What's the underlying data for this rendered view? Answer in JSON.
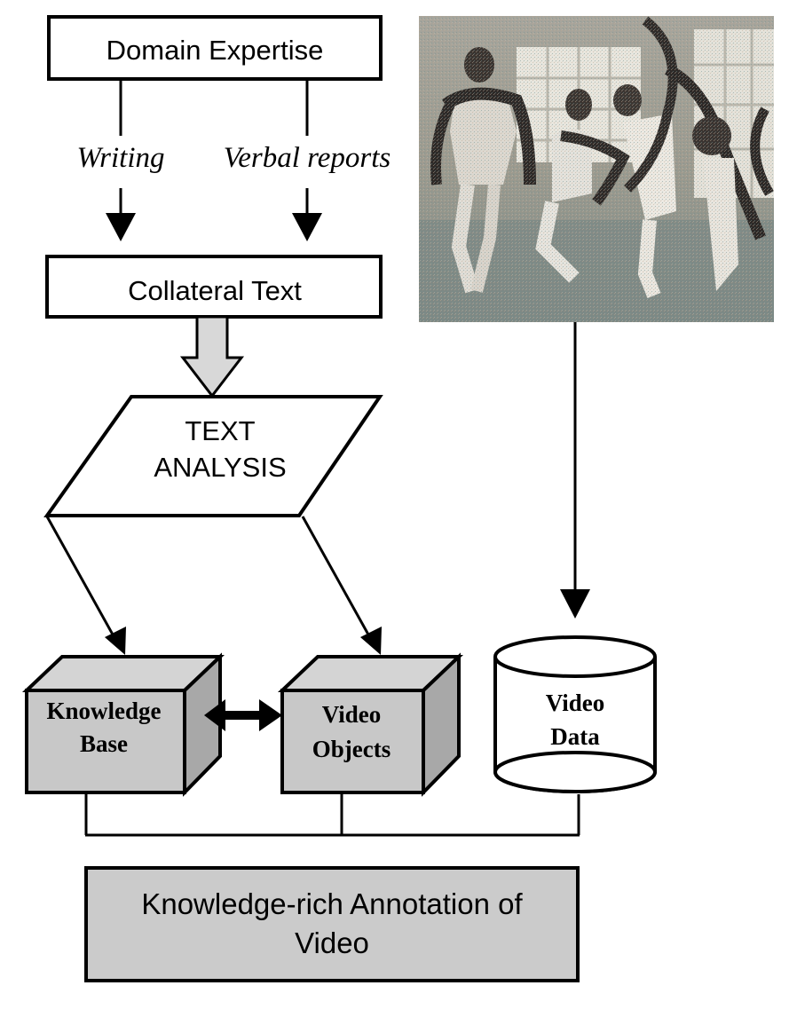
{
  "nodes": {
    "domain_expertise": "Domain Expertise",
    "writing": "Writing",
    "verbal_reports": "Verbal reports",
    "collateral_text": "Collateral Text",
    "text_analysis_line1": "TEXT",
    "text_analysis_line2": "ANALYSIS",
    "knowledge_base_line1": "Knowledge",
    "knowledge_base_line2": "Base",
    "video_objects_line1": "Video",
    "video_objects_line2": "Objects",
    "video_data_line1": "Video",
    "video_data_line2": "Data",
    "annotation_line1": "Knowledge-rich Annotation of",
    "annotation_line2": "Video"
  },
  "image": {
    "description": "video frame of dancers in a studio"
  },
  "colors": {
    "stroke": "#000000",
    "box_fill": "#ffffff",
    "cube_front": "#c8c8c8",
    "cube_top": "#d4d4d4",
    "cube_side": "#a8a8a8",
    "block_arrow": "#d8d8d8",
    "annotation_fill": "#cbcbcb"
  }
}
